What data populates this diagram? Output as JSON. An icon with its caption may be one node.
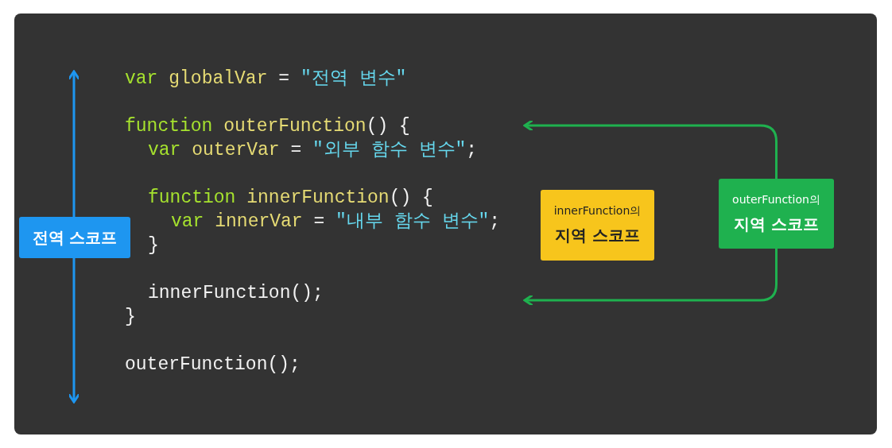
{
  "diagram": {
    "nodes": [
      {
        "text": [
          "전역 스코프"
        ]
      },
      {
        "text": [
          "innerFunction의",
          "지역 스코프"
        ]
      },
      {
        "text": [
          "outerFunction의",
          "지역 스코프"
        ]
      }
    ],
    "edges": [
      {
        "from": 2,
        "to": null,
        "arrow": "to"
      },
      {
        "from": 2,
        "to": null,
        "arrow": "to"
      }
    ],
    "labels": [
      "var globalVar = \"전역 변수\"",
      "function outerFunction() {",
      "var outerVar = \"외부 함수 변수\";",
      "function innerFunction() {",
      "var innerVar = \"내부 함수 변수\";",
      "}",
      "innerFunction();",
      "}",
      "outerFunction();"
    ]
  }
}
